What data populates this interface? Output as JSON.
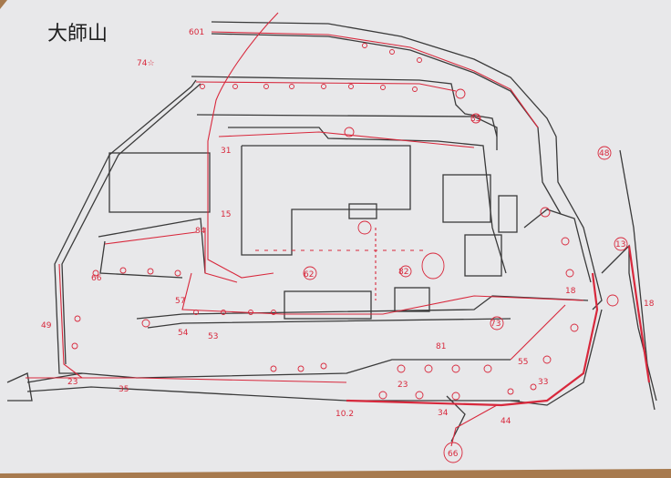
{
  "title": "大師山",
  "labels": {
    "top_elevation": "601",
    "top_left_note": "74☆",
    "l31": "31",
    "l15": "15",
    "l84": "84",
    "l66_left": "66",
    "l57": "57",
    "l54": "54",
    "l53": "53",
    "l23_left": "23",
    "l35_left": "35",
    "l102": "10.2",
    "l81": "81",
    "l23_mid": "23",
    "l55": "55",
    "l33": "33",
    "l44": "44",
    "l34": "34",
    "l66_bottom": "66",
    "l18_mid": "18",
    "l18_right": "18",
    "l35_top": "35",
    "l49_left": "49",
    "l48": "48",
    "l13": "13",
    "l82": "82",
    "l62": "62",
    "l73": "73"
  },
  "colors": {
    "ink": "#3a3a3a",
    "red_pen": "#d8283c",
    "paper": "#e8e8ea",
    "table": "#a77a4e"
  }
}
